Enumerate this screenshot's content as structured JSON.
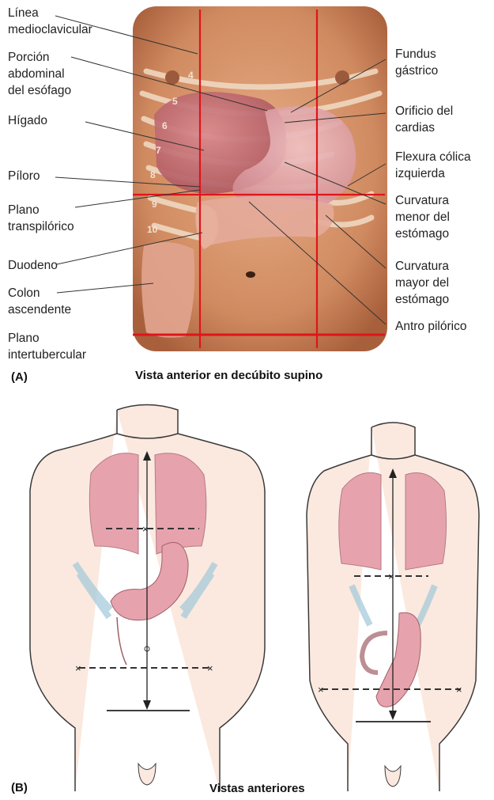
{
  "panel_a": {
    "letter": "(A)",
    "caption": "Vista anterior en decúbito supino",
    "left_labels": [
      {
        "lines": [
          "Línea",
          "medioclavicular"
        ]
      },
      {
        "lines": [
          "Porción",
          "abdominal",
          "del esófago"
        ]
      },
      {
        "lines": [
          "Hígado"
        ]
      },
      {
        "lines": [
          "Píloro"
        ]
      },
      {
        "lines": [
          "Plano",
          "transpilórico"
        ]
      },
      {
        "lines": [
          "Duodeno"
        ]
      },
      {
        "lines": [
          "Colon",
          "ascendente"
        ]
      },
      {
        "lines": [
          "Plano",
          "intertubercular"
        ]
      }
    ],
    "right_labels": [
      {
        "lines": [
          "Fundus",
          "gástrico"
        ]
      },
      {
        "lines": [
          "Orificio del",
          "cardias"
        ]
      },
      {
        "lines": [
          "Flexura cólica",
          "izquierda"
        ]
      },
      {
        "lines": [
          "Curvatura",
          "menor del",
          "estómago"
        ]
      },
      {
        "lines": [
          "Curvatura",
          "mayor del",
          "estómago"
        ]
      },
      {
        "lines": [
          "Antro pilórico"
        ]
      }
    ],
    "rib_numbers": [
      "4",
      "5",
      "6",
      "7",
      "8",
      "9",
      "10"
    ]
  },
  "panel_b": {
    "letter": "(B)",
    "caption": "Vistas anteriores"
  },
  "colors": {
    "skin": "#e2a079",
    "guide_line": "#e0141b",
    "organ": "#e7a3ad",
    "outline": "#3a3a3a"
  }
}
